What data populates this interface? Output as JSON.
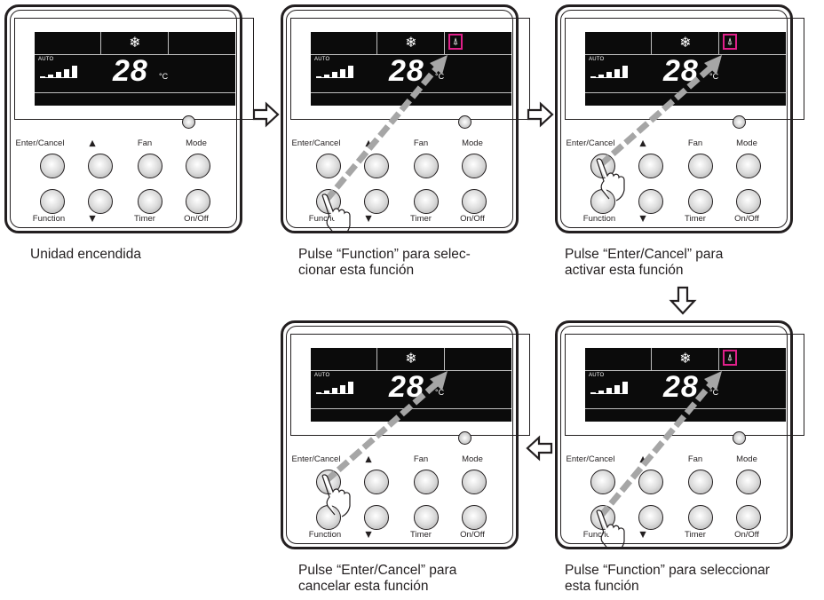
{
  "lcd": {
    "snow_icon": "snowflake-icon",
    "function_icon": "tree-icon",
    "mode_text": "AUTO",
    "temperature": "28",
    "unit": "°C",
    "accent_color": "#e0208a"
  },
  "buttons": {
    "enter_cancel": "Enter/Cancel",
    "up": "▲",
    "fan": "Fan",
    "mode": "Mode",
    "function": "Function",
    "down": "▼",
    "timer": "Timer",
    "on_off": "On/Off"
  },
  "panels": [
    {
      "caption_lines": [
        "Unidad encendida"
      ],
      "function_icon_visible": false,
      "finger_on": "none"
    },
    {
      "caption_lines": [
        "Pulse “Function” para selec-",
        "cionar esta función"
      ],
      "function_icon_visible": true,
      "finger_on": "function"
    },
    {
      "caption_lines": [
        "Pulse “Enter/Cancel” para",
        "activar esta función"
      ],
      "function_icon_visible": true,
      "finger_on": "enter_cancel"
    },
    {
      "caption_lines": [
        "Pulse “Function” para seleccionar",
        "esta función"
      ],
      "function_icon_visible": true,
      "finger_on": "function"
    },
    {
      "caption_lines": [
        "Pulse “Enter/Cancel” para",
        "cancelar esta función"
      ],
      "function_icon_visible": false,
      "finger_on": "enter_cancel"
    }
  ],
  "guide_color": "#a6a6a6"
}
